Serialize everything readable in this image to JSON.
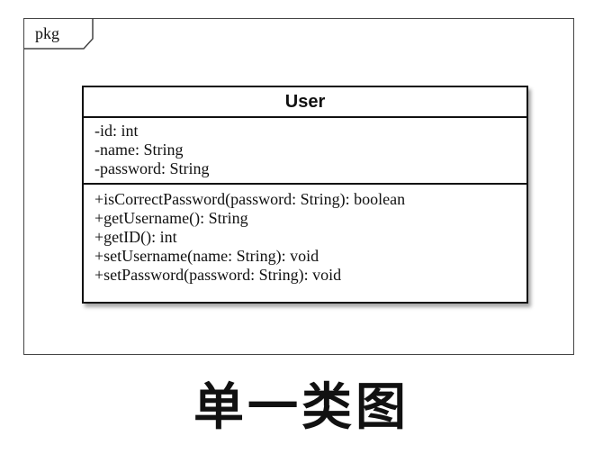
{
  "package": {
    "label": "pkg"
  },
  "class": {
    "name": "User",
    "attributes": [
      "-id: int",
      "-name: String",
      "-password: String"
    ],
    "operations": [
      "+isCorrectPassword(password: String): boolean",
      "+getUsername(): String",
      "+getID(): int",
      "+setUsername(name: String): void",
      "+setPassword(password: String): void"
    ]
  },
  "caption": "单一类图"
}
